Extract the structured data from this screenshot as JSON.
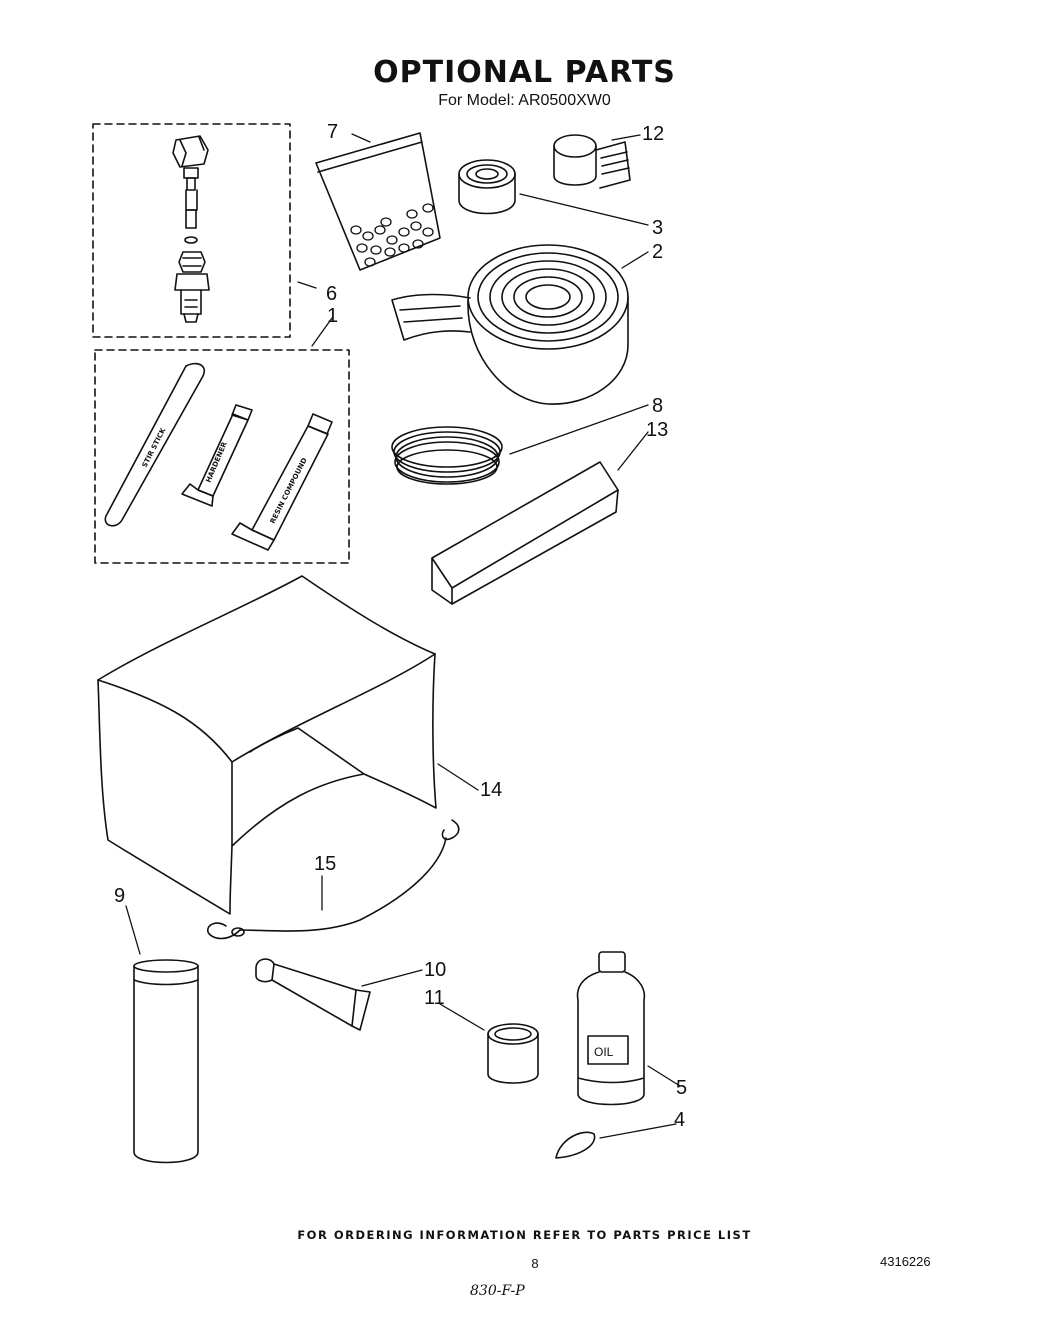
{
  "header": {
    "title": "OPTIONAL PARTS",
    "subtitle": "For Model: AR0500XW0"
  },
  "callouts": [
    "1",
    "2",
    "3",
    "4",
    "5",
    "6",
    "7",
    "8",
    "9",
    "10",
    "11",
    "12",
    "13",
    "14",
    "15"
  ],
  "item_labels": {
    "stir_stick": "STIR STICK",
    "hardener": "HARDENER",
    "resin_compound": "RESIN COMPOUND",
    "oil": "OIL"
  },
  "footer": {
    "ordering_note": "FOR ORDERING INFORMATION REFER TO PARTS PRICE LIST",
    "page_number": "8",
    "document_number": "4316226",
    "handwritten_note": "830-F-P"
  }
}
